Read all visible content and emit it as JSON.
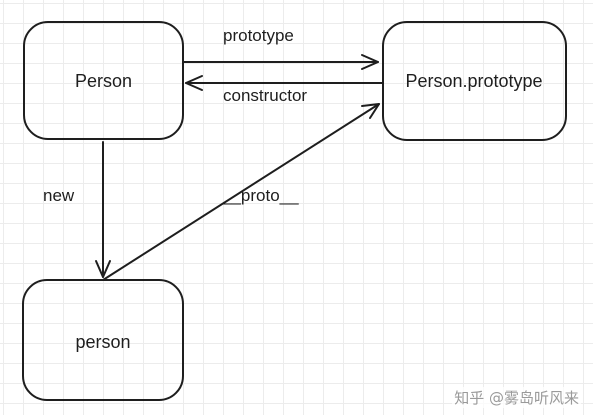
{
  "nodes": {
    "person_constructor": "Person",
    "prototype": "Person.prototype",
    "instance": "person"
  },
  "edges": {
    "prototype": "prototype",
    "constructor": "constructor",
    "new": "new",
    "proto": "__proto__"
  },
  "watermark": "知乎 @雾岛听风来",
  "colors": {
    "stroke": "#1e1e1e",
    "grid": "#ececec",
    "watermark": "#9a9a9a"
  }
}
